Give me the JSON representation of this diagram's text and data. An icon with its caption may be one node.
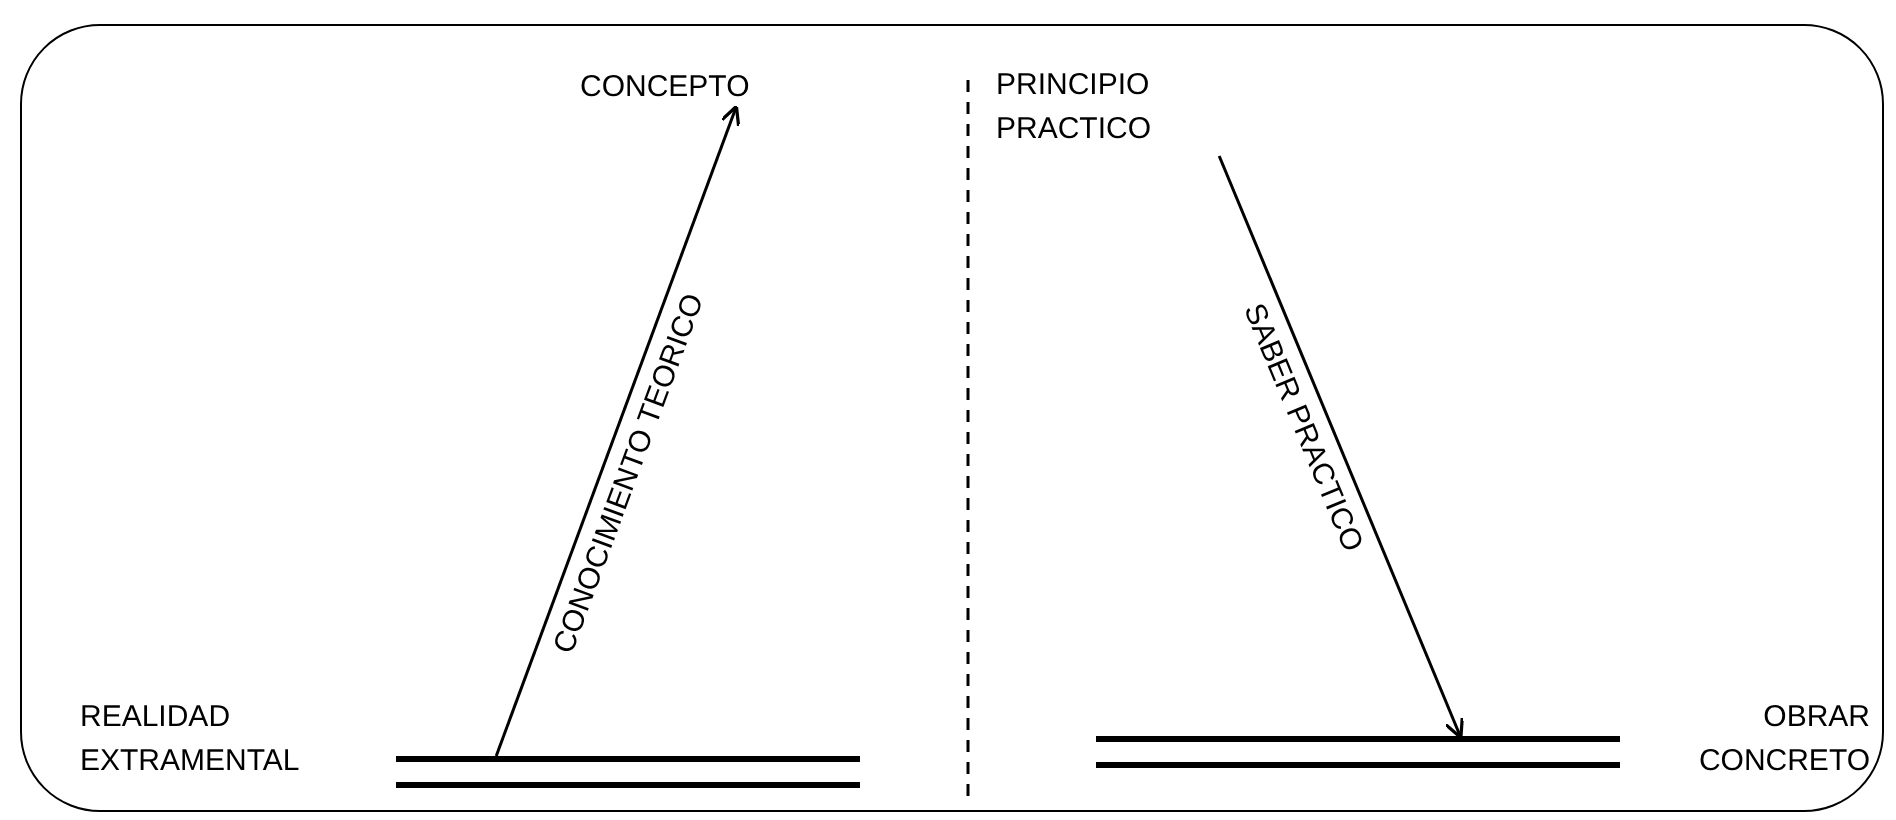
{
  "diagram": {
    "nodes": [
      {
        "text": [
          "REALIDAD EXTRAMENTAL"
        ]
      },
      {
        "text": [],
        "shape": "bar"
      },
      {
        "text": [
          "CONCEPTO"
        ]
      },
      {
        "text": [
          "PRINCIPIO PRACTICO"
        ]
      },
      {
        "text": [],
        "shape": "bar"
      },
      {
        "text": [
          "OBRAR CONCRETO"
        ]
      }
    ],
    "edges": [
      {
        "from": 1,
        "to": 2,
        "arrow": "to",
        "label": "CONOCIMIENTO TEORICO"
      },
      {
        "from": 3,
        "to": 4,
        "arrow": "to",
        "label": "SABER PRACTICO"
      }
    ]
  }
}
